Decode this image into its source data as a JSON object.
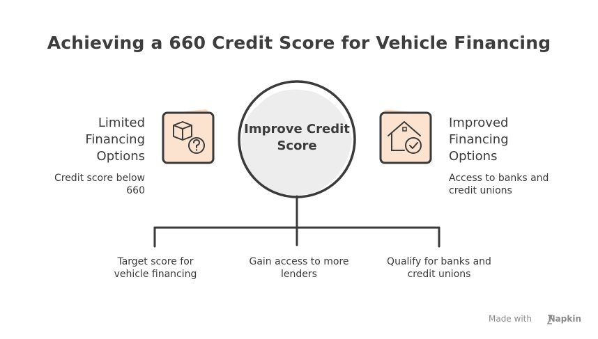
{
  "title": "Achieving a 660 Credit Score for Vehicle Financing",
  "center": {
    "label": "Improve Credit Score"
  },
  "left_panel": {
    "title": "Limited Financing Options",
    "description": "Credit score below 660",
    "icon": "question-box-icon"
  },
  "right_panel": {
    "title": "Improved Financing Options",
    "description": "Access to banks and credit unions",
    "icon": "house-check-icon"
  },
  "branches": [
    {
      "label": "Target score for vehicle financing"
    },
    {
      "label": "Gain access to more lenders"
    },
    {
      "label": "Qualify for banks and credit unions"
    }
  ],
  "footer": {
    "made_with": "Made with",
    "brand": "Napkin"
  },
  "colors": {
    "accent": "#f9d9c0",
    "stroke": "#3a3a3a",
    "circle_fill": "#e6e6e6"
  }
}
